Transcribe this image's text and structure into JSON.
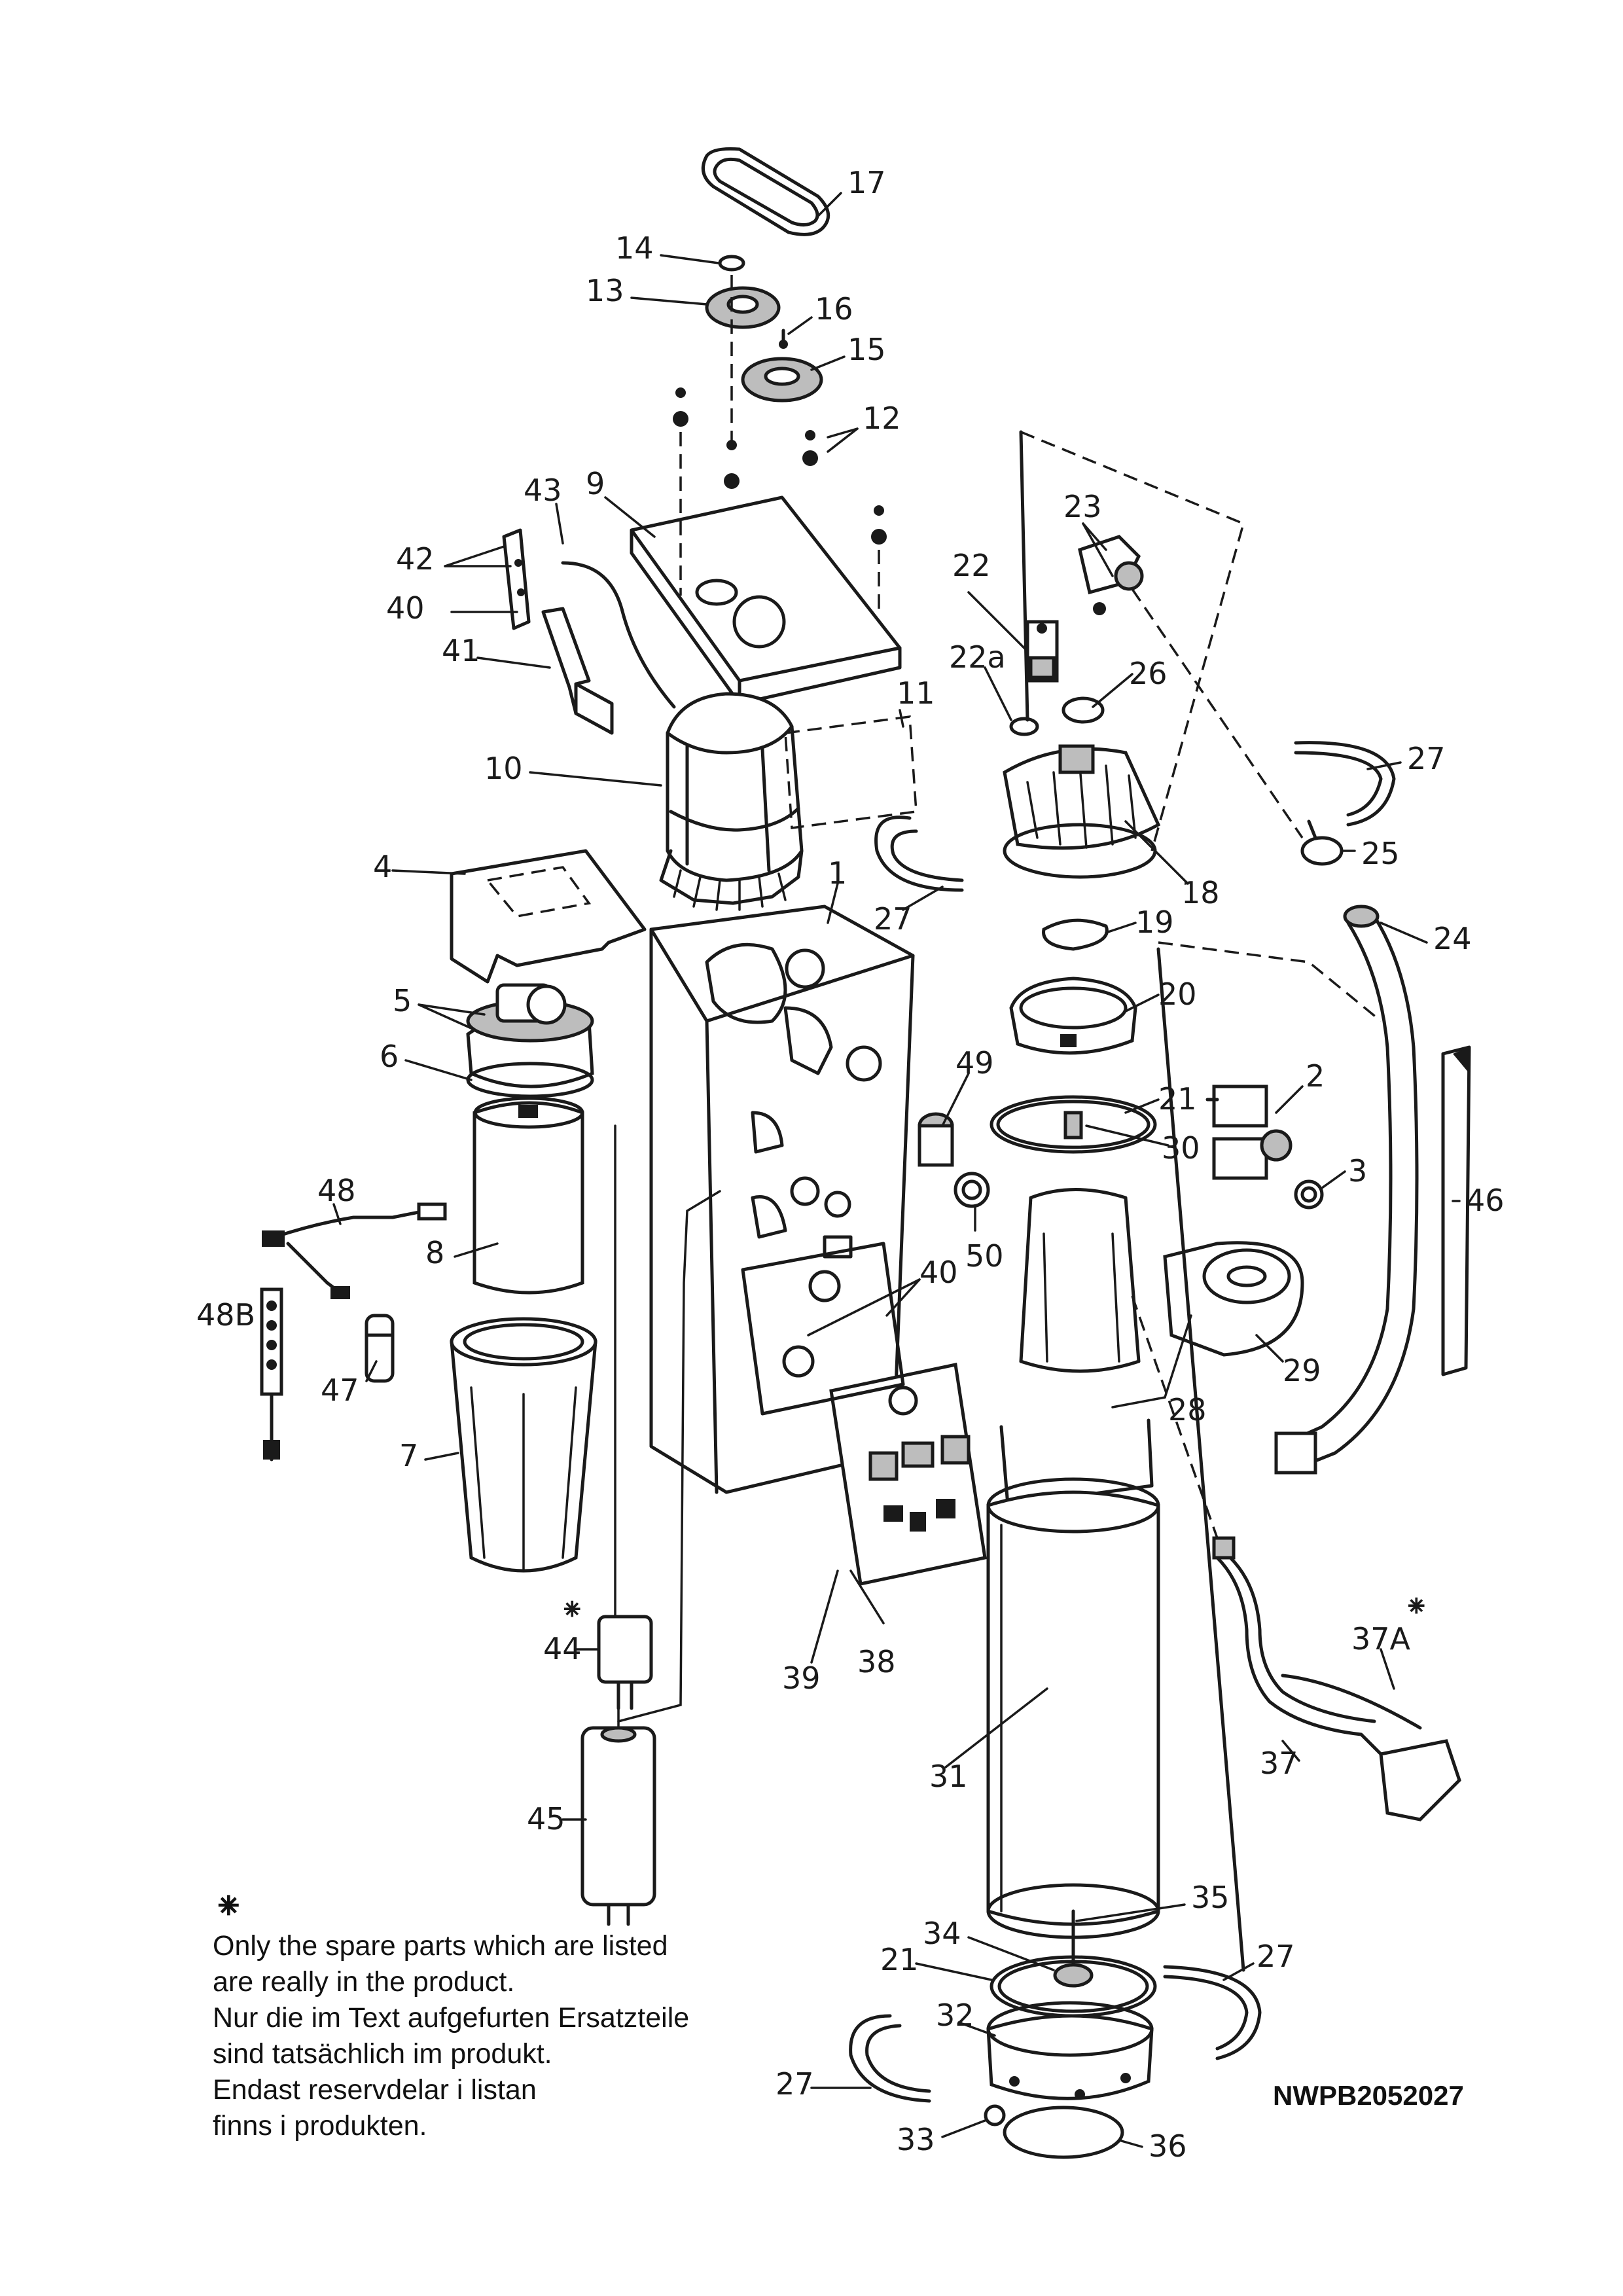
{
  "diagram": {
    "callouts": [
      "17",
      "14",
      "13",
      "16",
      "15",
      "12",
      "43",
      "9",
      "42",
      "40",
      "41",
      "10",
      "11",
      "4",
      "5",
      "6",
      "8",
      "48",
      "48B",
      "47",
      "7",
      "44",
      "45",
      "1",
      "23",
      "22",
      "22a",
      "26",
      "18",
      "19",
      "20",
      "21",
      "30",
      "49",
      "50",
      "40b",
      "39",
      "38",
      "28",
      "29",
      "31",
      "27a",
      "27b",
      "25",
      "24",
      "2",
      "3",
      "46",
      "37A",
      "37",
      "35",
      "34",
      "21b",
      "27c",
      "27d",
      "32",
      "33",
      "36"
    ],
    "labels": {
      "17": "17",
      "14": "14",
      "13": "13",
      "16": "16",
      "15": "15",
      "12": "12",
      "43": "43",
      "9": "9",
      "42": "42",
      "40": "40",
      "41": "41",
      "10": "10",
      "11": "11",
      "4": "4",
      "5": "5",
      "6": "6",
      "8": "8",
      "48": "48",
      "48B": "48B",
      "47": "47",
      "7": "7",
      "44": "44",
      "45": "45",
      "1": "1",
      "23": "23",
      "22": "22",
      "22a": "22a",
      "26": "26",
      "18": "18",
      "19": "19",
      "20": "20",
      "21": "21",
      "30": "30",
      "49": "49",
      "50": "50",
      "40b": "40",
      "39": "39",
      "38": "38",
      "28": "28",
      "29": "29",
      "31": "31",
      "27a": "27",
      "27b": "27",
      "25": "25",
      "24": "24",
      "2": "2",
      "3": "3",
      "46": "46",
      "37A": "37A",
      "37": "37",
      "35": "35",
      "34": "34",
      "21b": "21",
      "27c": "27",
      "27d": "27",
      "32": "32",
      "33": "33",
      "36": "36"
    }
  },
  "note": {
    "star": "⁕",
    "lines": [
      "Only the spare parts which are listed",
      "are really in the product.",
      "Nur die im Text aufgefurten Ersatzteile",
      "sind tatsächlich im produkt.",
      "Endast reservdelar i listan",
      "finns i produkten."
    ]
  },
  "document_number": "NWPB2052027"
}
